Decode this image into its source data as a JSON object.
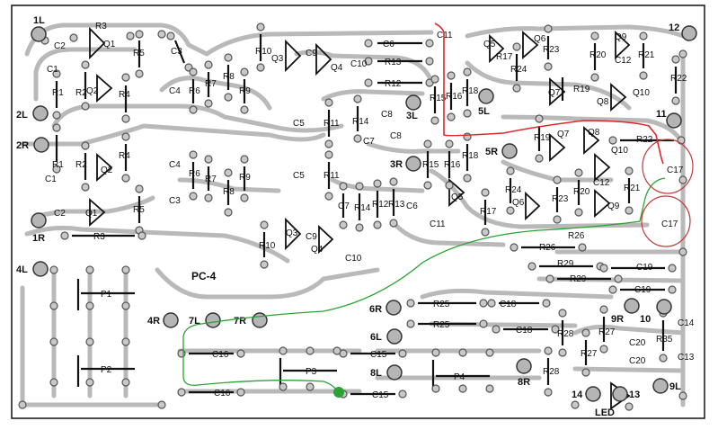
{
  "board": {
    "name": "PC-4",
    "border_color": "#111111",
    "trace_color": "#b9b9b9",
    "pad_color": "#c8c8c8"
  },
  "connection_pads": {
    "p1L": "1L",
    "p2L": "2L",
    "p2R": "2R",
    "p1R": "1R",
    "p4L": "4L",
    "p4R": "4R",
    "p7L": "7L",
    "p7R": "7R",
    "p6R": "6R",
    "p6L": "6L",
    "p8L": "8L",
    "p8R": "8R",
    "p3L": "3L",
    "p3R": "3R",
    "p5L": "5L",
    "p5R": "5R",
    "p11": "11",
    "p12": "12",
    "p9R": "9R",
    "p10": "10",
    "p9L": "9L",
    "p14": "14",
    "p13": "13",
    "led": "LED"
  },
  "labels": {
    "C2a": "C2",
    "C1a": "C1",
    "Q1a": "Q1",
    "R3a": "R3",
    "R1a": "R1",
    "R2a": "R2",
    "Q2a": "Q2",
    "R4a": "R4",
    "R5a": "R5",
    "C3a": "C3",
    "C4a": "C4",
    "R6a": "R6",
    "R7a": "R7",
    "R8a": "R8",
    "R9a": "R9",
    "R10a": "R10",
    "Q3a": "Q3",
    "C9a": "C9",
    "Q4a": "Q4",
    "C10a": "C10",
    "C6a": "C6",
    "R13a": "R13",
    "R12a": "R12",
    "C5a": "C5",
    "R11a": "R11",
    "R14a": "R14",
    "C8a": "C8",
    "R15a": "R15",
    "R16a": "R16",
    "C11a": "C11",
    "R18a": "R18",
    "Q5a": "Q5",
    "R17a": "R17",
    "R24a": "R24",
    "Q6a": "Q6",
    "R23a": "R23",
    "R20a": "R20",
    "Q9a": "Q9",
    "C12a": "C12",
    "R21a": "R21",
    "Q7a": "Q7",
    "R19a": "R19",
    "Q8a": "Q8",
    "Q10a": "Q10",
    "R22a": "R22",
    "R1b": "R1",
    "C1b": "C1",
    "R2b": "R2",
    "Q2b": "Q2",
    "R4b": "R4",
    "C2b": "C2",
    "Q1b": "Q1",
    "R5b": "R5",
    "R3b": "R3",
    "C4b": "C4",
    "R6b": "R6",
    "R7b": "R7",
    "C3b": "C3",
    "R8b": "R8",
    "R9b": "R9",
    "C5b": "C5",
    "R11b": "R11",
    "R10b": "R10",
    "Q3b": "Q3",
    "C9b": "C9",
    "Q4b": "Q4",
    "C10b": "C10",
    "C7a": "C7",
    "R14b": "R14",
    "R12b": "R12",
    "R13b": "R13",
    "C6b": "C6",
    "C8b": "C8",
    "C7b": "C7",
    "R15b": "R15",
    "R16b": "R16",
    "C11b": "C11",
    "R18b": "R18",
    "Q5b": "Q5",
    "R17b": "R17",
    "R19b": "R19",
    "Q7b": "Q7",
    "R24b": "R24",
    "Q6b": "Q6",
    "R23b": "R23",
    "R20b": "R20",
    "Q8b": "Q8",
    "Q10b": "Q10",
    "C12b": "C12",
    "Q9b": "Q9",
    "R21b": "R21",
    "R22b": "R22",
    "C17a": "C17",
    "C17b": "C17",
    "R26a": "R26",
    "R26b": "R26",
    "R29a": "R29",
    "C19a": "C19",
    "R29b": "R29",
    "C19b": "C19",
    "P1": "P1",
    "P2": "P2",
    "R25a": "R25",
    "C18a": "C18",
    "R25b": "R25",
    "C18b": "C18",
    "R28a": "R28",
    "R27a": "R27",
    "R27b": "R27",
    "C20a": "C20",
    "R35": "R35",
    "C14": "C14",
    "C20b": "C20",
    "C13": "C13",
    "C16a": "C16",
    "C15a": "C15",
    "P3": "P3",
    "P4": "P4",
    "C16b": "C16",
    "C15b": "C15",
    "R28b": "R28"
  },
  "highlight_colors": {
    "red_wire": "#e0282c",
    "green_wire": "#2aa335",
    "marker_rings": "#c23a3a"
  }
}
